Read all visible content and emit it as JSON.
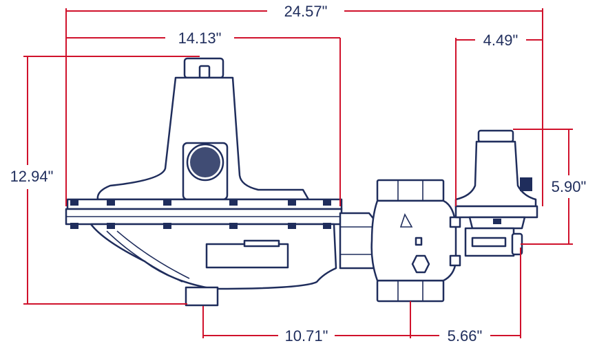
{
  "drawing": {
    "line_color": "#1f2d5c",
    "dimension_color": "#d0112b",
    "dimensions": {
      "overall_width": "24.57\"",
      "body_width": "14.13\"",
      "pilot_width": "4.49\"",
      "overall_height": "12.94\"",
      "pilot_height": "5.90\"",
      "base_to_center": "10.71\"",
      "center_to_pilot": "5.66\""
    }
  }
}
